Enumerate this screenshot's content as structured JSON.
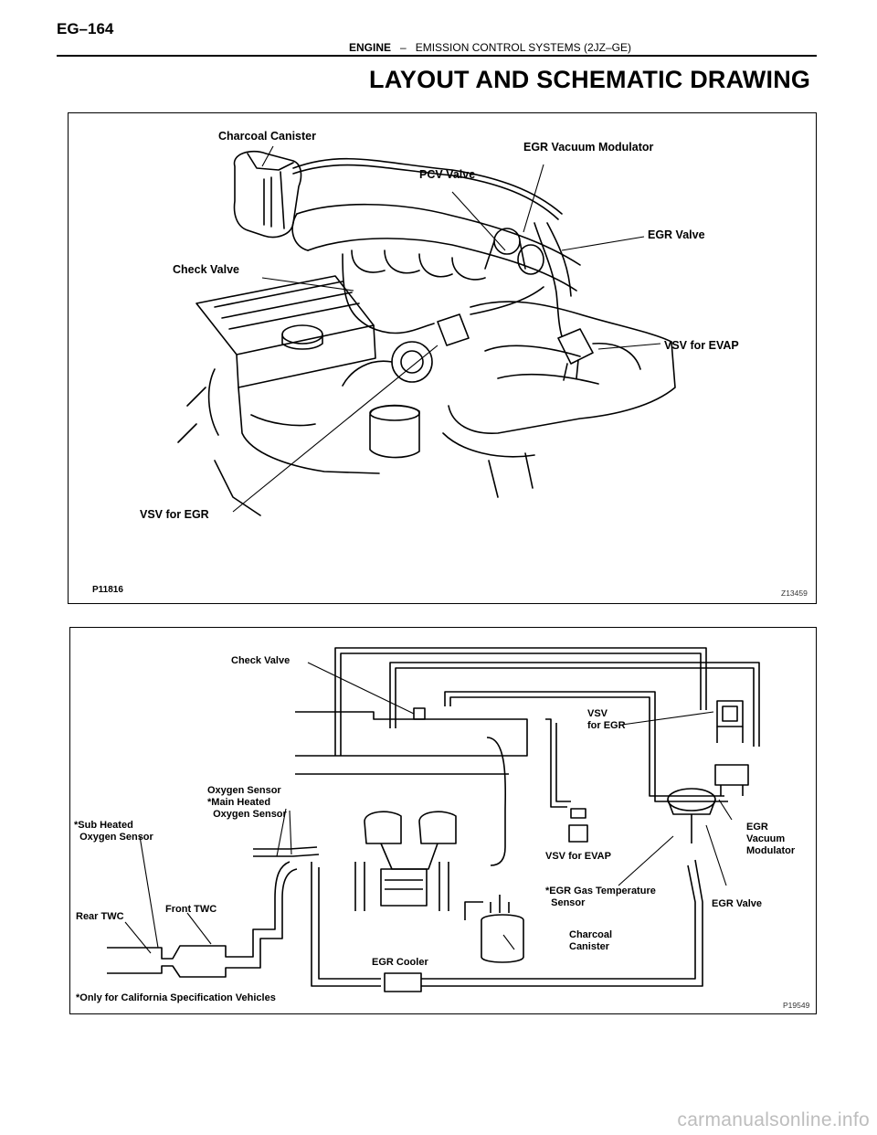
{
  "header": {
    "page_number": "EG–164",
    "section": "ENGINE",
    "separator": "–",
    "subsection": "EMISSION CONTROL SYSTEMS (2JZ–GE)"
  },
  "title": "LAYOUT AND SCHEMATIC DRAWING",
  "figure_top": {
    "labels": {
      "charcoal_canister": "Charcoal Canister",
      "egr_vacuum_modulator": "EGR Vacuum Modulator",
      "pcv_valve": "PCV Valve",
      "egr_valve": "EGR Valve",
      "check_valve": "Check Valve",
      "vsv_evap": "VSV for EVAP",
      "vsv_egr": "VSV for EGR"
    },
    "figure_id": "P11816",
    "figure_code": "Z13459"
  },
  "figure_bottom": {
    "labels": {
      "check_valve": "Check Valve",
      "vsv_egr": "VSV\nfor EGR",
      "oxygen_sensor": "Oxygen Sensor\n*Main Heated\n  Oxygen Sensor",
      "sub_heated": "*Sub Heated\n  Oxygen Sensor",
      "egr_vacuum_modulator": "EGR\nVacuum\nModulator",
      "vsv_evap": "VSV for EVAP",
      "egr_gas_temp": "*EGR Gas Temperature\n  Sensor",
      "egr_valve": "EGR Valve",
      "rear_twc": "Rear TWC",
      "front_twc": "Front TWC",
      "charcoal_canister": "Charcoal\nCanister",
      "egr_cooler": "EGR Cooler",
      "footnote": "*Only for California Specification Vehicles"
    },
    "figure_code": "P19549"
  },
  "watermark": "carmanualsonline.info"
}
